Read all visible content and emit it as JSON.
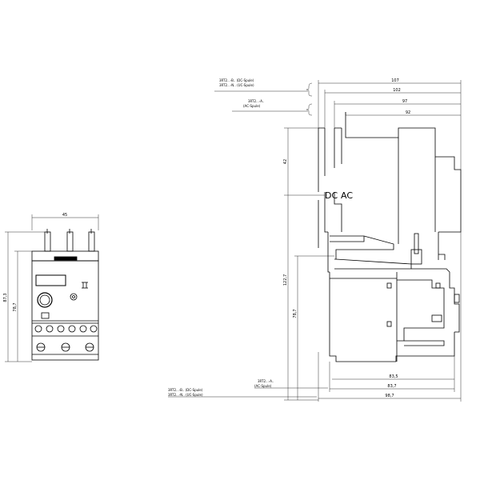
{
  "front_view": {
    "width_label": "45",
    "height_outer_label": "87,3",
    "height_inner_label": "78,7"
  },
  "side_view": {
    "top_dims": [
      "107",
      "102",
      "97",
      "92"
    ],
    "bottom_dims": [
      "83,5",
      "83,7",
      "98,7"
    ],
    "left_dims": {
      "upper": "42",
      "overall": "122,7",
      "lower": "78,7"
    },
    "notes_top": {
      "dc_line1": "3RT2...-B.. (DC-Spule)",
      "dc_line2": "3RT2...-N.. (UC-Spule)",
      "ac_line1": "3RT2...-A..",
      "ac_line2": "(AC-Spule)"
    },
    "notes_bottom": {
      "ac_line1": "3RT2...-A..",
      "ac_line2": "(AC-Spule)",
      "dc_line1": "3RT2...-B.. (DC-Spule)",
      "dc_line2": "3RT2...-N.. (UC-Spule)"
    },
    "dc_label": "DC",
    "ac_label": "AC"
  },
  "colors": {
    "line": "#000000",
    "background": "#ffffff"
  }
}
